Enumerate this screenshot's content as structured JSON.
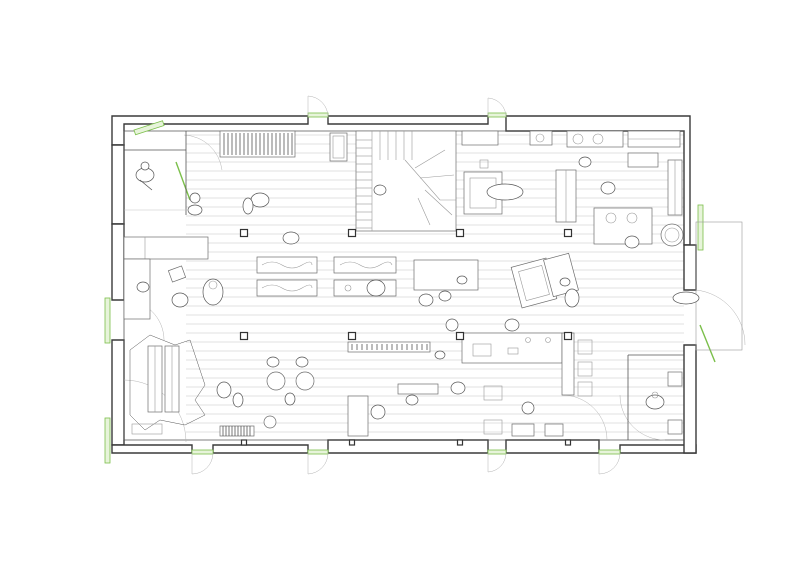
{
  "drawing": {
    "type": "architectural floor plan",
    "view": "top-down",
    "colors": {
      "wall": "#3a3a3a",
      "glazing": "#7bbf4a",
      "furniture": "#6d6d6d",
      "floorboards": "#bdbdbd",
      "background": "#ffffff"
    },
    "structural_columns": 12,
    "doors_visible": 8
  }
}
